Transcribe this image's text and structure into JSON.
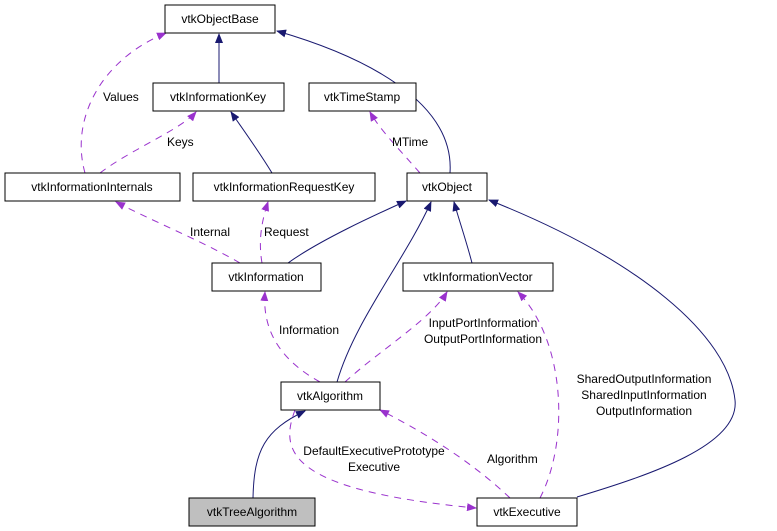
{
  "nodes": {
    "object_base": "vtkObjectBase",
    "information_key": "vtkInformationKey",
    "time_stamp": "vtkTimeStamp",
    "information_internals": "vtkInformationInternals",
    "information_request_key": "vtkInformationRequestKey",
    "object": "vtkObject",
    "information": "vtkInformation",
    "information_vector": "vtkInformationVector",
    "algorithm": "vtkAlgorithm",
    "tree_algorithm": "vtkTreeAlgorithm",
    "executive": "vtkExecutive"
  },
  "edge_labels": {
    "values": "Values",
    "keys": "Keys",
    "mtime": "MTime",
    "internal": "Internal",
    "request": "Request",
    "information": "Information",
    "port_info_1": "InputPortInformation",
    "port_info_2": "OutputPortInformation",
    "shared_1": "SharedOutputInformation",
    "shared_2": "SharedInputInformation",
    "shared_3": "OutputInformation",
    "algorithm": "Algorithm",
    "default_exec_1": "DefaultExecutivePrototype",
    "default_exec_2": "Executive"
  },
  "colors": {
    "inheritance": "#191970",
    "usage": "#9a32cd",
    "selected_node": "#bfbfbf"
  }
}
